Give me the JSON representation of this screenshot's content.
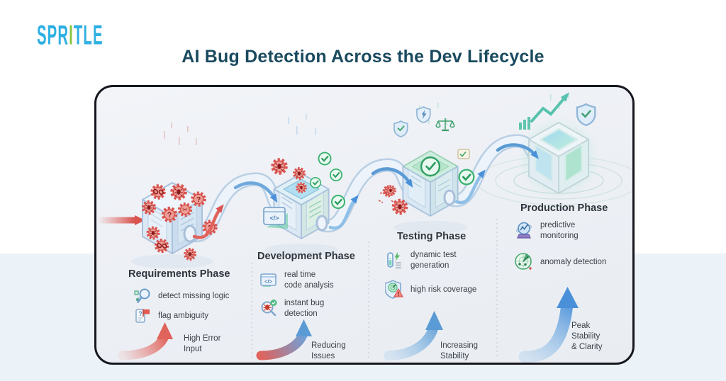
{
  "logo": {
    "pre": "SPR",
    "accent": "I",
    "post": "TLE"
  },
  "title": "AI Bug Detection Across the Dev Lifecycle",
  "phases": [
    {
      "name": "Requirements Phase",
      "items": [
        {
          "icon": "magnifier-flow-icon",
          "label": "detect missing logic"
        },
        {
          "icon": "scroll-flag-icon",
          "label": "flag ambiguity"
        }
      ],
      "arrow_label": "High Error\nInput"
    },
    {
      "name": "Development Phase",
      "items": [
        {
          "icon": "code-window-icon",
          "label": "real time\ncode analysis"
        },
        {
          "icon": "bug-magnifier-icon",
          "label": "instant bug\ndetection"
        }
      ],
      "arrow_label": "Reducing\nIssues"
    },
    {
      "name": "Testing Phase",
      "items": [
        {
          "icon": "test-tube-icon",
          "label": "dynamic test\ngeneration"
        },
        {
          "icon": "shield-risk-icon",
          "label": "high risk coverage"
        }
      ],
      "arrow_label": "Increasing\nStability"
    },
    {
      "name": "Production Phase",
      "items": [
        {
          "icon": "crystal-ball-icon",
          "label": "predictive\nmonitoring"
        },
        {
          "icon": "radar-icon",
          "label": "anomaly detection"
        }
      ],
      "arrow_label": "Peak\nStability\n& Clarity"
    }
  ],
  "glyphs": {
    "question": "?",
    "scissors": "✂",
    "code": "</>"
  },
  "colors": {
    "logo_blue": "#2fb0e3",
    "logo_green": "#86c440",
    "title": "#1a4a5f",
    "error_red": "#d9534f",
    "flow_blue": "#4a90d9",
    "success_green": "#3da06e"
  }
}
